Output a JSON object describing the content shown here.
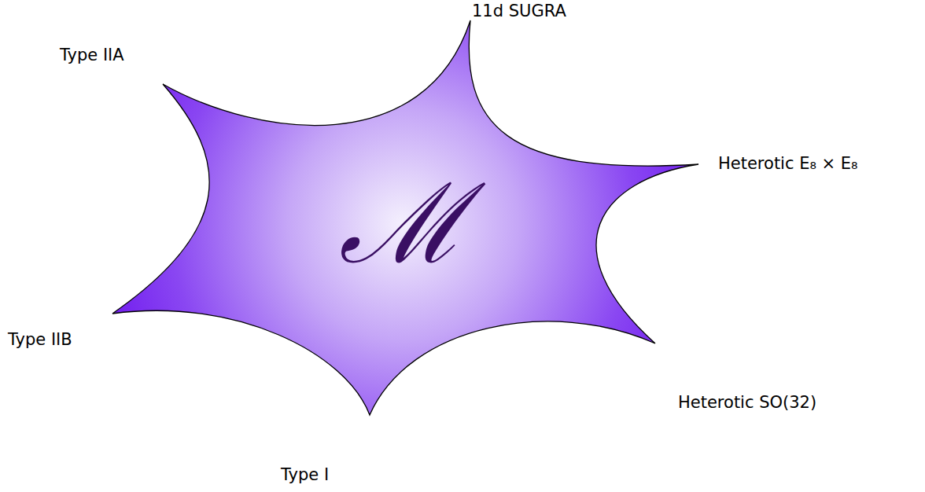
{
  "diagram": {
    "nodes": [
      {
        "text": [
          "ℳ"
        ]
      }
    ],
    "labels": [
      "11d SUGRA",
      "Heterotic E₈ × E₈",
      "Heterotic SO(32)",
      "Type I",
      "Type IIB",
      "Type IIA"
    ]
  }
}
